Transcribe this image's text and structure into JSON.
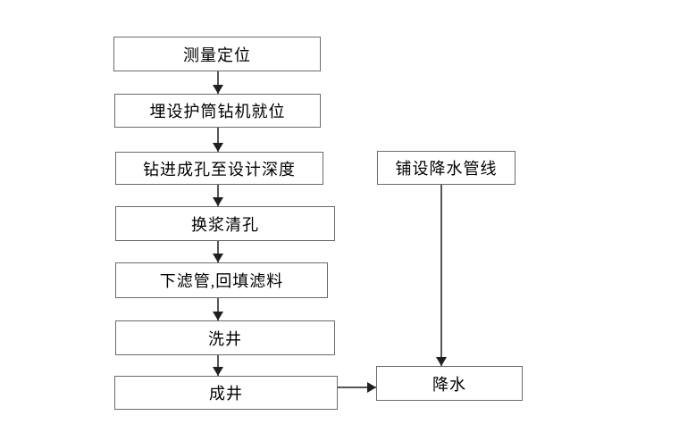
{
  "flowchart": {
    "main_steps": [
      {
        "label": "测量定位"
      },
      {
        "label": "埋设护筒钻机就位"
      },
      {
        "label": "钻进成孔至设计深度"
      },
      {
        "label": "换浆清孔"
      },
      {
        "label": "下滤管,回填滤料"
      },
      {
        "label": "洗井"
      },
      {
        "label": "成井"
      }
    ],
    "side_steps": [
      {
        "label": "铺设降水管线"
      },
      {
        "label": "降水"
      }
    ],
    "connections": [
      {
        "from": "测量定位",
        "to": "埋设护筒钻机就位"
      },
      {
        "from": "埋设护筒钻机就位",
        "to": "钻进成孔至设计深度"
      },
      {
        "from": "钻进成孔至设计深度",
        "to": "换浆清孔"
      },
      {
        "from": "换浆清孔",
        "to": "下滤管,回填滤料"
      },
      {
        "from": "下滤管,回填滤料",
        "to": "洗井"
      },
      {
        "from": "洗井",
        "to": "成井"
      },
      {
        "from": "成井",
        "to": "降水"
      },
      {
        "from": "铺设降水管线",
        "to": "降水"
      }
    ],
    "colors": {
      "background": "#ffffff",
      "box_border": "#6b6b6b",
      "arrow": "#1f1f1f",
      "text": "#000000"
    }
  }
}
